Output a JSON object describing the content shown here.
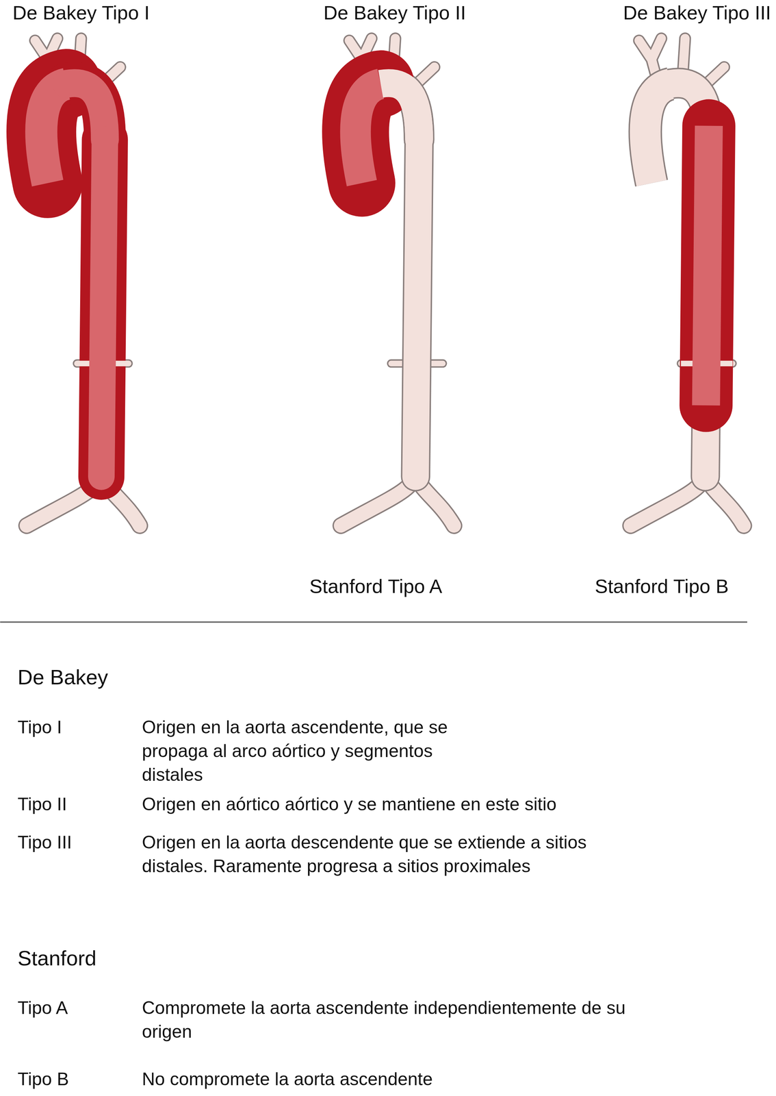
{
  "diagram": {
    "labels": [
      "De Bakey Tipo I",
      "De Bakey Tipo II",
      "De Bakey Tipo III",
      "Stanford Tipo A",
      "Stanford Tipo B",
      "De Bakey",
      "Tipo I",
      "Origen en la aorta ascendente, que se propaga al arco aórtico y segmentos distales",
      "Tipo II",
      "Origen en aórtico aórtico y se mantiene en este sitio",
      "Tipo III",
      "Origen en la aorta descendente que se extiende a sitios distales. Raramente progresa a sitios proximales",
      "Stanford",
      "Tipo A",
      "Compromete la aorta ascendente independientemente de su origen",
      "Tipo B",
      "No compromete la aorta ascendente"
    ]
  }
}
